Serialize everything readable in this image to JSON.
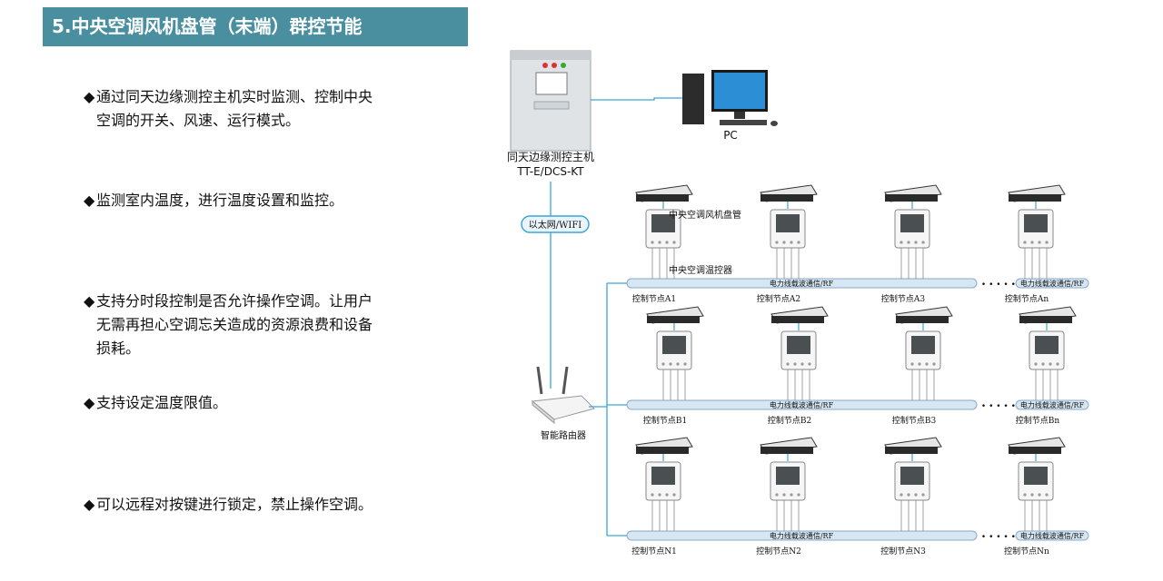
{
  "title": "5.中央空调风机盘管（末端）群控节能",
  "bullets": [
    {
      "lines": [
        "通过同天边缘测控主机实时监测、控制中央",
        "空调的开关、风速、运行模式。"
      ]
    },
    {
      "lines": [
        "监测室内温度，进行温度设置和监控。"
      ]
    },
    {
      "lines": [
        "支持分时段控制是否允许操作空调。让用户",
        "无需再担心空调忘关造成的资源浪费和设备",
        "损耗。"
      ]
    },
    {
      "lines": [
        "支持设定温度限值。"
      ]
    },
    {
      "lines": [
        "可以远程对按键进行锁定，禁止操作空调。"
      ]
    }
  ],
  "bullet_marker": "◆",
  "diagram": {
    "host_label_1": "同天边缘测控主机",
    "host_label_2": "TT-E/DCS-KT",
    "pc_label": "PC",
    "network_label": "以太网/WIFI",
    "router_label": "智能路由器",
    "fancoil_label": "中央空调风机盘管",
    "thermostat_label": "中央空调温控器",
    "bus_label": "电力线载波通信/RF",
    "ellipsis": "• • • • • •",
    "rows": [
      {
        "nodes": [
          "控制节点A1",
          "控制节点A2",
          "控制节点A3",
          "控制节点An"
        ]
      },
      {
        "nodes": [
          "控制节点B1",
          "控制节点B2",
          "控制节点B3",
          "控制节点Bn"
        ]
      },
      {
        "nodes": [
          "控制节点N1",
          "控制节点N2",
          "控制节点N3",
          "控制节点Nn"
        ]
      }
    ]
  },
  "colors": {
    "title_bg": "#4a8fa0",
    "title_text": "#ffffff",
    "link_line": "#3aa6d6",
    "bus_fill": "#d6e6f2",
    "bus_stroke": "#8aaac4"
  }
}
